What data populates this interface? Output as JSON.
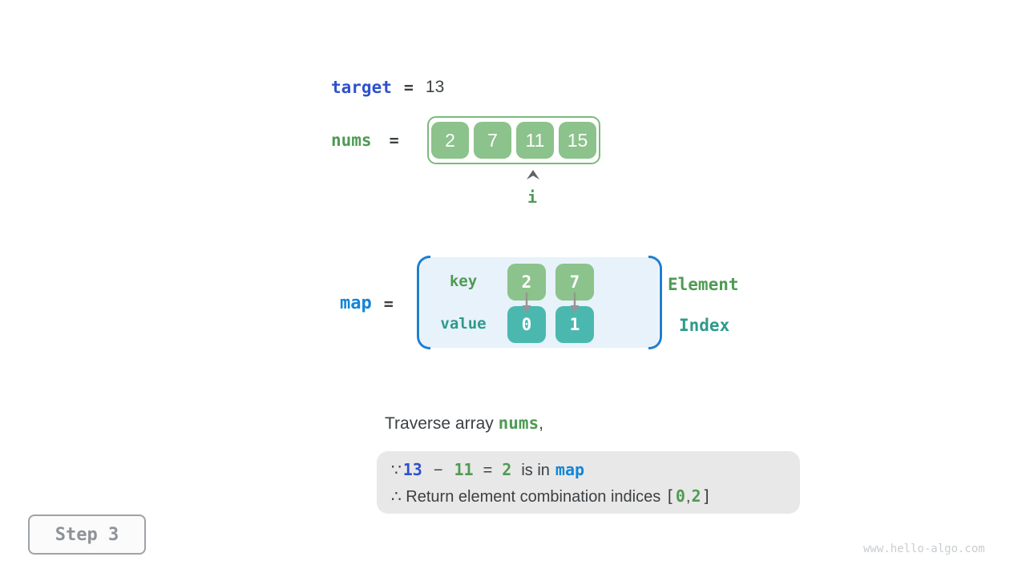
{
  "colors": {
    "green": "#4f9b53",
    "teal": "#2e9a8c",
    "royal": "#2e51ce",
    "cyan": "#1285d8",
    "dark": "#3c4043",
    "boxgreen": "#8cc28b",
    "boxteal": "#4bb8af",
    "mapfill": "#e7f2fa",
    "mapedge": "#1e7fd0",
    "graybox": "#e8e8e8",
    "arrow": "#969696",
    "stepgray": "#8e9297",
    "stepborder": "#9ea3a8",
    "wm": "#c9cdd1"
  },
  "target": {
    "label": "target",
    "equals": "=",
    "value": "13"
  },
  "nums": {
    "label": "nums",
    "equals": "=",
    "values": [
      "2",
      "7",
      "11",
      "15"
    ],
    "pointer_label": "i"
  },
  "map": {
    "label": "map",
    "equals": "=",
    "key_label": "key",
    "value_label": "value",
    "entries": [
      {
        "key": "2",
        "value": "0"
      },
      {
        "key": "7",
        "value": "1"
      }
    ],
    "key_side_label": "Element",
    "value_side_label": "Index"
  },
  "caption": {
    "prefix": "Traverse array ",
    "code": "nums",
    "suffix": ","
  },
  "reasoning": {
    "line1": {
      "because": "∵",
      "minuend": "13",
      "minus": "−",
      "subtrahend": "11",
      "equals": "=",
      "difference": "2",
      "is_in": "is in",
      "map_word": "map"
    },
    "line2": {
      "therefore": "∴",
      "text": "Return element combination indices",
      "open": "[",
      "index1": "0",
      "comma": ",",
      "index2": "2",
      "close": "]"
    }
  },
  "step_badge": "Step 3",
  "watermark": "www.hello-algo.com"
}
